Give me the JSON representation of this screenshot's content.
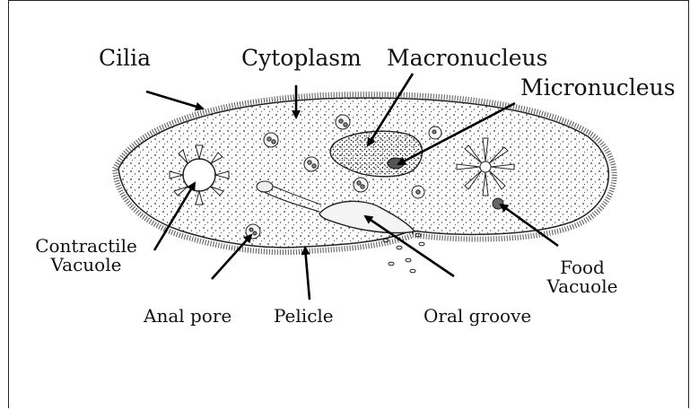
{
  "labels": {
    "cilia": "Cilia",
    "cytoplasm": "Cytoplasm",
    "macronucleus": "Macronucleus",
    "micronucleus": "Micronucleus",
    "contractile_vacuole_1": "Contractile",
    "contractile_vacuole_2": "Vacuole",
    "food_vacuole_1": "Food",
    "food_vacuole_2": "Vacuole",
    "anal_pore": "Anal pore",
    "pelicle": "Pelicle",
    "oral_groove": "Oral groove"
  }
}
